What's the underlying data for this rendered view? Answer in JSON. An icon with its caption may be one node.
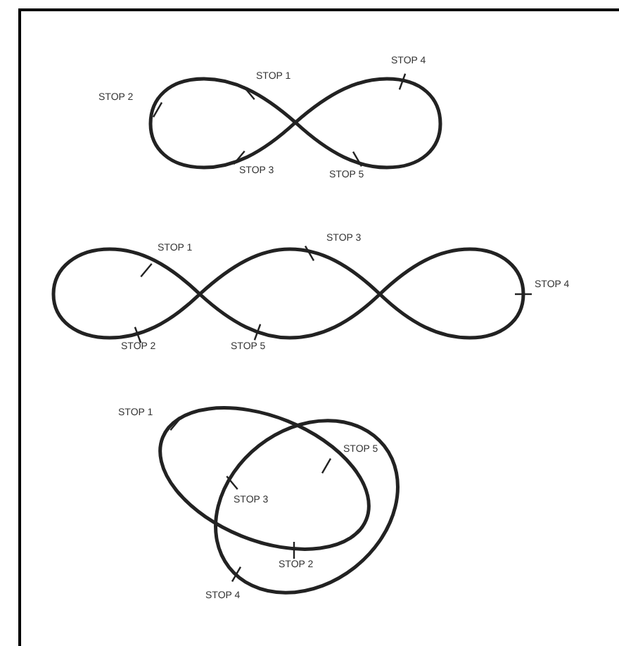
{
  "diagram": {
    "labels": [
      "STOP 2",
      "STOP 1",
      "STOP 4",
      "STOP 3",
      "STOP 5",
      "STOP 1",
      "STOP 3",
      "STOP 4",
      "STOP 2",
      "STOP 5",
      "STOP 1",
      "STOP 5",
      "STOP 3",
      "STOP 2",
      "STOP 4"
    ]
  }
}
